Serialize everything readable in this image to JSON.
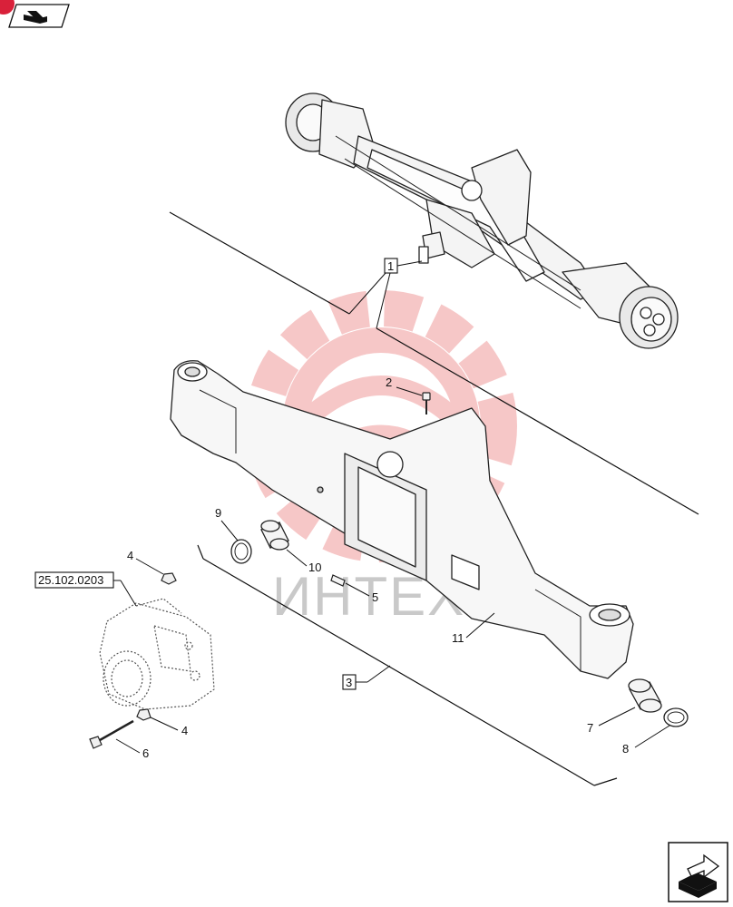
{
  "watermark": {
    "text": "ИНТЕХ",
    "gear_color": "#e23b3b",
    "text_color": "#c9c9c9"
  },
  "header": {
    "icon": "book-icon",
    "badge_color": "#d9213a"
  },
  "footer": {
    "icon": "next-page-arrow-icon"
  },
  "callouts": {
    "c1": "1",
    "c2": "2",
    "c3": "3",
    "c4a": "4",
    "c4b": "4",
    "c5": "5",
    "c6": "6",
    "c7": "7",
    "c8": "8",
    "c9": "9",
    "c10": "10",
    "c11": "11"
  },
  "reference": {
    "code": "25.102.0203"
  }
}
